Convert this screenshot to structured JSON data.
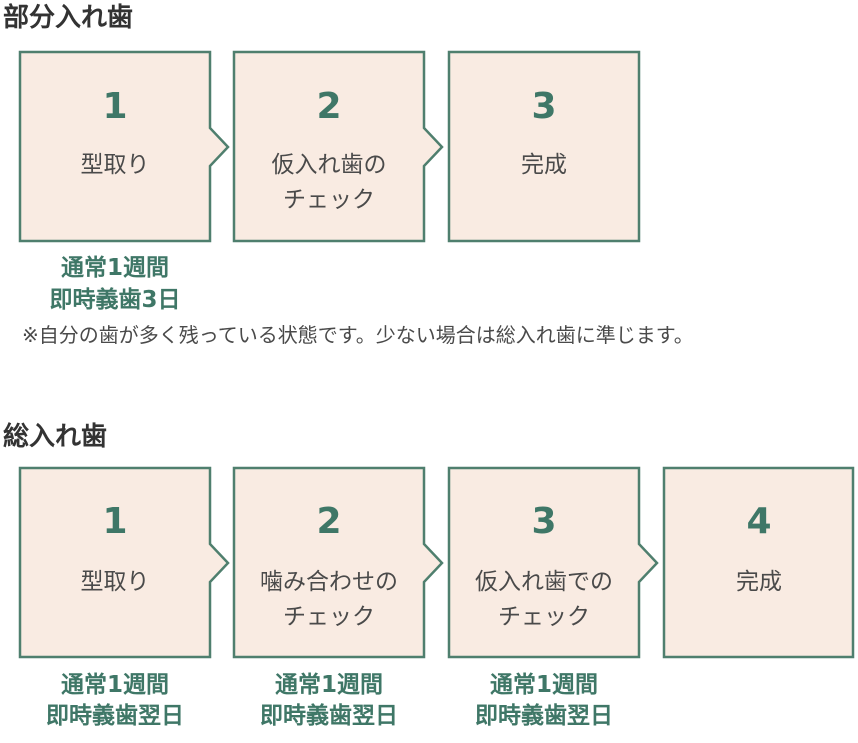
{
  "colors": {
    "box_border": "#4f7f6e",
    "box_fill": "#f9ebe2",
    "accent_green": "#3f7767",
    "text": "#4a4a4a"
  },
  "sections": [
    {
      "title": "部分入れ歯",
      "steps": [
        {
          "number": "1",
          "label_lines": [
            "型取り"
          ]
        },
        {
          "number": "2",
          "label_lines": [
            "仮入れ歯の",
            "チェック"
          ]
        },
        {
          "number": "3",
          "label_lines": [
            "完成"
          ]
        }
      ],
      "durations": [
        {
          "normal": "通常1週間",
          "immediate": "即時義歯3日"
        }
      ],
      "note": "※自分の歯が多く残っている状態です。少ない場合は総入れ歯に準じます。"
    },
    {
      "title": "総入れ歯",
      "steps": [
        {
          "number": "1",
          "label_lines": [
            "型取り"
          ]
        },
        {
          "number": "2",
          "label_lines": [
            "噛み合わせの",
            "チェック"
          ]
        },
        {
          "number": "3",
          "label_lines": [
            "仮入れ歯での",
            "チェック"
          ]
        },
        {
          "number": "4",
          "label_lines": [
            "完成"
          ]
        }
      ],
      "durations": [
        {
          "normal": "通常1週間",
          "immediate": "即時義歯翌日"
        },
        {
          "normal": "通常1週間",
          "immediate": "即時義歯翌日"
        },
        {
          "normal": "通常1週間",
          "immediate": "即時義歯翌日"
        }
      ]
    }
  ]
}
